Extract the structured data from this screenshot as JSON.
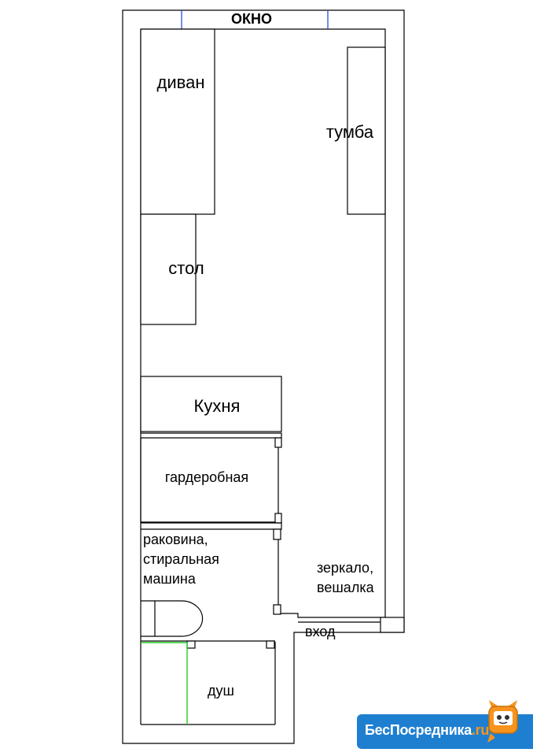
{
  "labels": {
    "window": "ОКНО",
    "sofa": "диван",
    "nightstand": "тумба",
    "table": "стол",
    "kitchen": "Кухня",
    "wardrobe": "гардеробная",
    "sink_line1": "раковина,",
    "sink_line2": "стиральная",
    "sink_line3": "машина",
    "mirror_line1": "зеркало,",
    "mirror_line2": "вешалка",
    "entrance": "вход",
    "shower": "душ"
  },
  "badge": {
    "text_main": "БесПосредника",
    "text_domain": ".ru"
  },
  "colors": {
    "walls": "#000000",
    "window_marks": "#1f3fd6",
    "shower_partition": "#22cc22",
    "badge_bg": "#1e7fd0",
    "badge_accent": "#f7941d"
  }
}
